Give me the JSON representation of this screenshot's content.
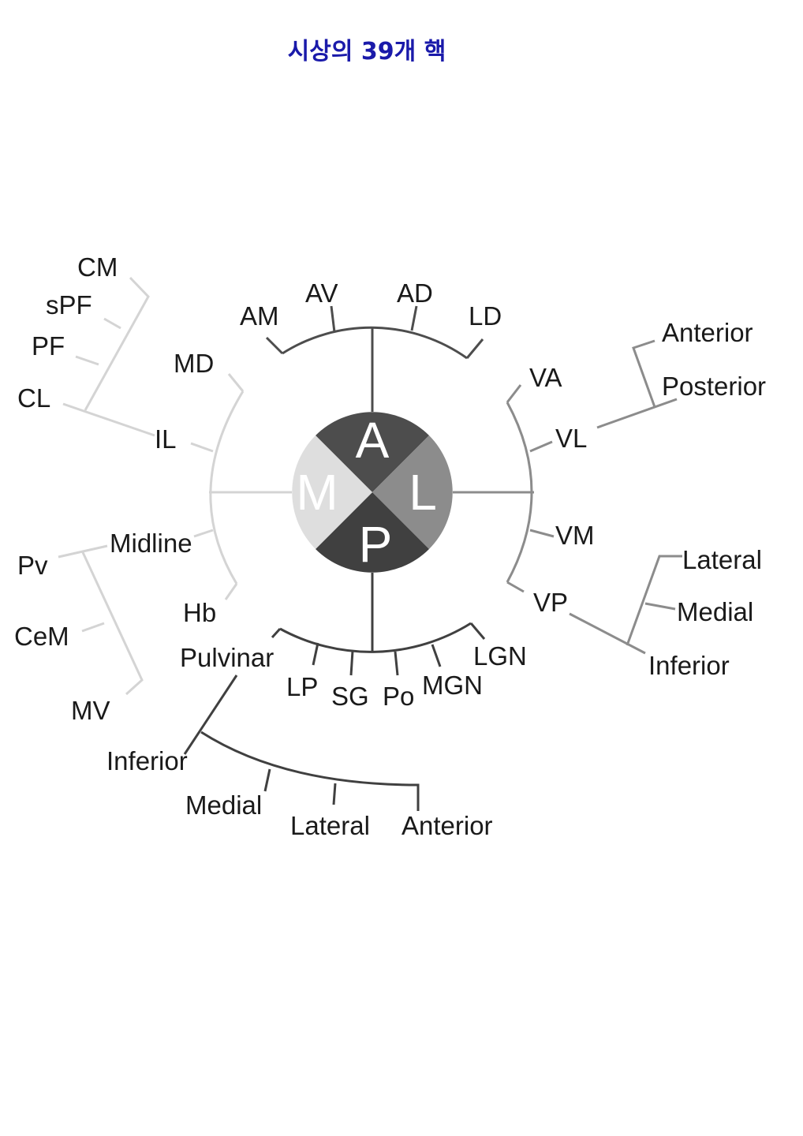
{
  "title": "시상의 39개 핵",
  "colors": {
    "title": "#1a1aaa",
    "anterior": "#4d4d4d",
    "lateral": "#8c8c8c",
    "posterior": "#404040",
    "medial": "#d9d9d9"
  },
  "center": {
    "A": "A",
    "L": "L",
    "P": "P",
    "M": "M"
  },
  "anterior": {
    "AM": "AM",
    "AV": "AV",
    "AD": "AD",
    "LD": "LD"
  },
  "lateral": {
    "VA": "VA",
    "VL": "VL",
    "VM": "VM",
    "VP": "VP",
    "vl_sub": {
      "anterior": "Anterior",
      "posterior": "Posterior"
    },
    "vp_sub": {
      "lateral": "Lateral",
      "medial": "Medial",
      "inferior": "Inferior"
    }
  },
  "posterior": {
    "pulvinar": "Pulvinar",
    "LP": "LP",
    "SG": "SG",
    "Po": "Po",
    "MGN": "MGN",
    "LGN": "LGN",
    "pulvinar_sub": {
      "inferior": "Inferior",
      "medial": "Medial",
      "lateral": "Lateral",
      "anterior": "Anterior"
    }
  },
  "medial": {
    "MD": "MD",
    "IL": "IL",
    "midline": "Midline",
    "Hb": "Hb",
    "il_sub": {
      "CM": "CM",
      "sPF": "sPF",
      "PF": "PF",
      "CL": "CL"
    },
    "midline_sub": {
      "Pv": "Pv",
      "CeM": "CeM",
      "MV": "MV"
    }
  }
}
